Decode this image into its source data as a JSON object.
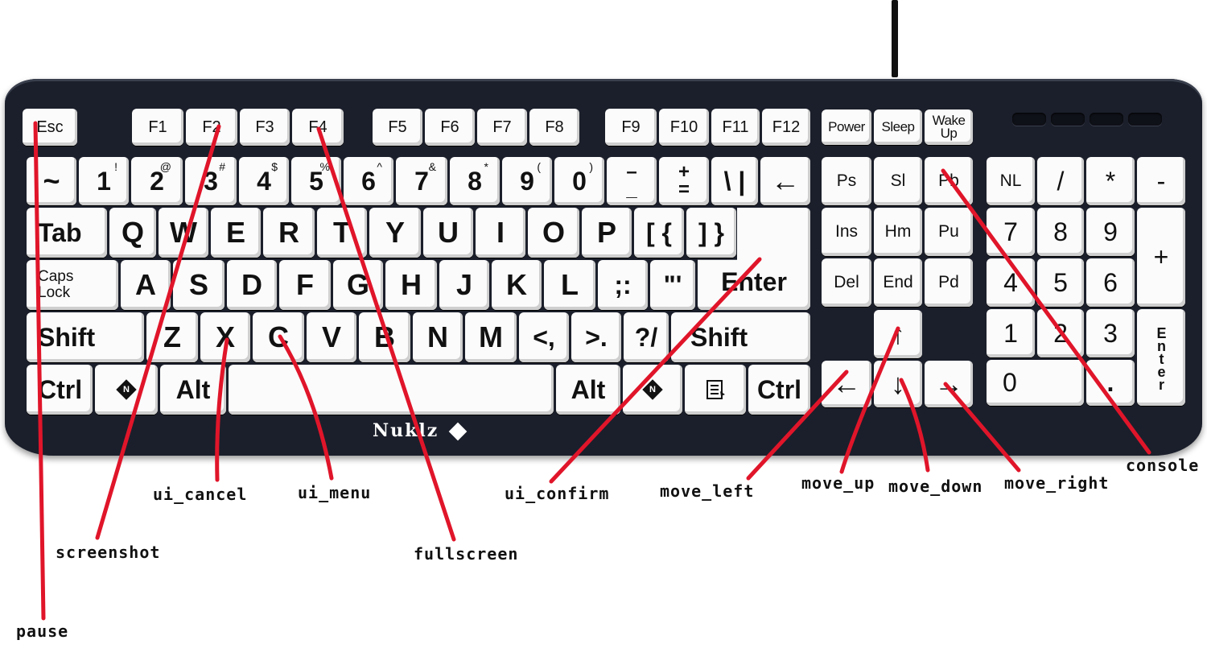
{
  "keyboard": {
    "brand": "Nuklz",
    "function_row": [
      "Esc",
      "F1",
      "F2",
      "F3",
      "F4",
      "F5",
      "F6",
      "F7",
      "F8",
      "F9",
      "F10",
      "F11",
      "F12",
      "Power",
      "Sleep",
      "Wake Up"
    ],
    "number_row": {
      "tilde": "~",
      "k1": "1",
      "k1s": "!",
      "k2": "2",
      "k2s": "@",
      "k3": "3",
      "k3s": "#",
      "k4": "4",
      "k4s": "$",
      "k5": "5",
      "k5s": "%",
      "k6": "6",
      "k6s": "^",
      "k7": "7",
      "k7s": "&",
      "k8": "8",
      "k8s": "*",
      "k9": "9",
      "k9s": "(",
      "k0": "0",
      "k0s": ")",
      "minus": "–",
      "minus_low": "_",
      "plus": "+",
      "plus_low": "=",
      "pipe": "\\ |",
      "backspace": "←"
    },
    "qwerty_row": [
      "Tab",
      "Q",
      "W",
      "E",
      "R",
      "T",
      "Y",
      "U",
      "I",
      "O",
      "P",
      "[ {",
      "] }"
    ],
    "home_row": [
      "Caps\nLock",
      "A",
      "S",
      "D",
      "F",
      "G",
      "H",
      "J",
      "K",
      "L",
      ";:",
      "\"'",
      "Enter"
    ],
    "shift_row": [
      "Shift",
      "Z",
      "X",
      "C",
      "V",
      "B",
      "N",
      "M",
      "<,",
      ">.",
      "?/",
      "Shift"
    ],
    "bottom_row": [
      "Ctrl",
      "Alt",
      "Alt",
      "Ctrl"
    ],
    "nav_cluster": [
      "Ps",
      "Sl",
      "Pb",
      "Ins",
      "Hm",
      "Pu",
      "Del",
      "End",
      "Pd"
    ],
    "arrows": {
      "up": "↑",
      "left": "←",
      "down": "↓",
      "right": "→"
    },
    "numpad": [
      "NL",
      "/",
      "*",
      "-",
      "7",
      "8",
      "9",
      "+",
      "4",
      "5",
      "6",
      "1",
      "2",
      "3",
      "Enter",
      "0",
      "."
    ]
  },
  "annotations": {
    "pause": "pause",
    "screenshot": "screenshot",
    "ui_cancel": "ui_cancel",
    "ui_menu": "ui_menu",
    "fullscreen": "fullscreen",
    "ui_confirm": "ui_confirm",
    "move_left": "move_left",
    "move_up": "move_up",
    "move_down": "move_down",
    "move_right": "move_right",
    "console": "console"
  },
  "colors": {
    "keyboard_body": "#1b1f2b",
    "key_face": "#fbfbfb",
    "annotation_line": "#e0152a"
  }
}
